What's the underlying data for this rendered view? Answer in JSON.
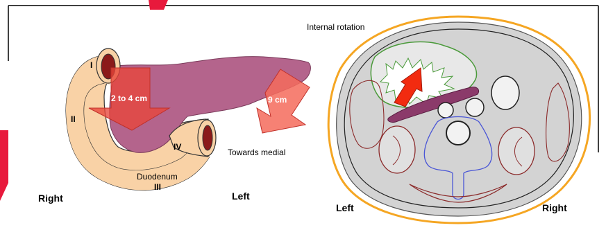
{
  "labels": {
    "part_i": "I",
    "part_ii": "II",
    "part_iii": "III",
    "part_iv": "IV",
    "duodenum": "Duodenum",
    "distance_head": "2 to 4 cm",
    "distance_tail": "9 cm",
    "towards_medial": "Towards medial",
    "internal_rotation": "Internal rotation",
    "left_panel_right": "Right",
    "left_panel_left": "Left",
    "right_panel_left": "Left",
    "right_panel_right": "Right"
  },
  "colors": {
    "duodenum_fill": "#f9d2a6",
    "pancreas_fill": "#b4648c",
    "arrow_head": "#e8453a",
    "arrow_tail": "#f46b5c",
    "body_outline": "#f5a623",
    "organ_gray": "#d3d3d3",
    "stomach_outline": "#4a9a3a",
    "spine_outline": "#4a56d6",
    "rotation_arrow": "#f22b10",
    "accent_slash": "#e8193c"
  },
  "icons": {
    "rotation_arrow": "red-arrow-icon",
    "shift_arrows": "translucent-red-arrow-icon"
  }
}
